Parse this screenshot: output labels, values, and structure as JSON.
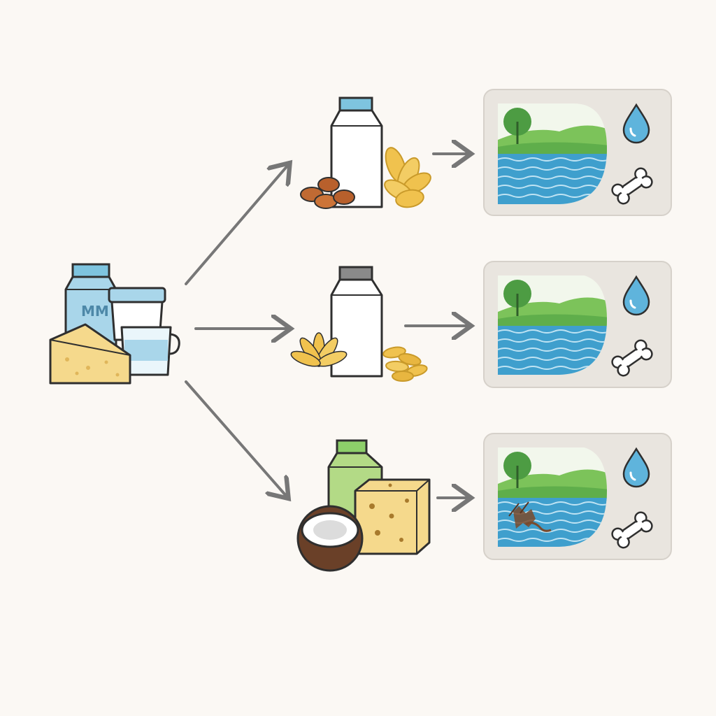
{
  "source": {
    "name": "dairy-products-group",
    "carton_text": "MM"
  },
  "colors": {
    "background": "#fbf8f4",
    "arrow": "#777777",
    "outline": "#2f2f2f",
    "dairy_blue": "#a9d6ea",
    "cheese": "#f5d98c",
    "carton_white": "#ffffff",
    "carton_green": "#b3da86",
    "almond": "#c06a33",
    "oat": "#f0c24e",
    "coconut": "#6a4028",
    "panel_bg": "#e9e5df",
    "water": "#3f9fcd",
    "grass": "#7cc35a",
    "tree": "#4d9c43",
    "drop": "#5fb4dc",
    "bone": "#ffffff",
    "pollution": "#7a4a2c"
  },
  "rows": [
    {
      "id": "almond-milk",
      "cap_color": "#7ec4df",
      "carton_color": "#ffffff",
      "side_food": "almonds-and-oats",
      "panel": {
        "pollution": false,
        "icons": [
          "water-drop-icon",
          "bone-icon"
        ]
      }
    },
    {
      "id": "oat-milk",
      "cap_color": "#8a8a8a",
      "carton_color": "#ffffff",
      "side_food": "oats-and-grains",
      "panel": {
        "pollution": false,
        "icons": [
          "water-drop-icon",
          "bone-icon"
        ]
      }
    },
    {
      "id": "coconut-milk",
      "cap_color": "#8dcf6a",
      "carton_color": "#b3da86",
      "side_food": "coconut-and-cheese",
      "panel": {
        "pollution": true,
        "icons": [
          "water-drop-icon",
          "bone-icon"
        ]
      }
    }
  ]
}
